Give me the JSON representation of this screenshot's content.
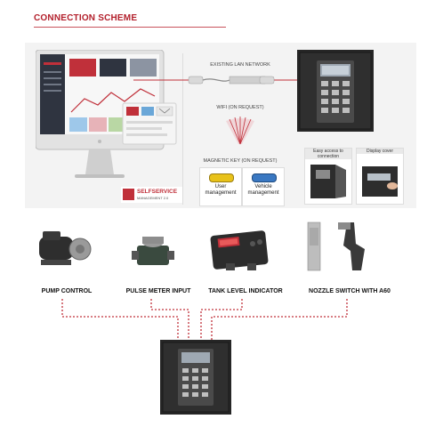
{
  "header": {
    "title": "CONNECTION SCHEME"
  },
  "network": {
    "lan_label": "EXISTING LAN NETWORK",
    "wifi_label": "WIFI (ON REQUEST)",
    "key_label": "MAGNETIC KEY (ON REQUEST)",
    "user_key": "User management",
    "vehicle_key": "Vehicle management"
  },
  "software": {
    "brand": "SELFSERVICE",
    "tagline": "MANAGEMENT 2.0"
  },
  "thumbnails": {
    "easy_access": "Easy access to connection",
    "display_cover": "Display cover"
  },
  "devices": [
    {
      "label": "PUMP CONTROL"
    },
    {
      "label": "PULSE METER INPUT"
    },
    {
      "label": "TANK LEVEL INDICATOR"
    },
    {
      "label": "NOZZLE SWITCH WITH A60"
    }
  ],
  "colors": {
    "accent": "#b3202c",
    "dotted": "#c0303a",
    "cabinet": "#2a2a2a"
  }
}
